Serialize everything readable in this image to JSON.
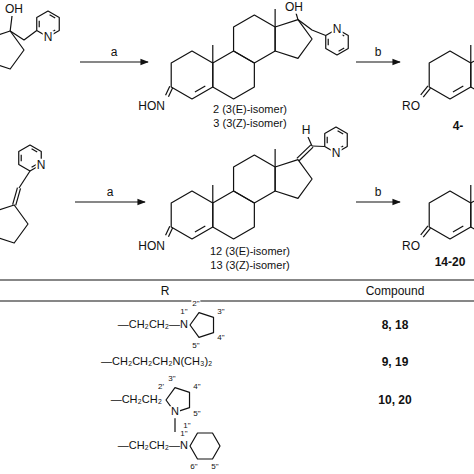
{
  "diagram": {
    "labels": [
      "OH",
      "N",
      "a",
      "OH",
      "N",
      "HON",
      "2 (3(E)-isomer)",
      "3 (3(Z)-isomer)",
      "b",
      "RO",
      "4-",
      "N",
      "a",
      "H",
      "N",
      "HON",
      "12 (3(E)-isomer)",
      "13 (3(Z)-isomer)",
      "b",
      "RO",
      "14-20",
      "R",
      "Compound",
      "—CH₂CH₂—N",
      "1\"",
      "2\"",
      "3\"",
      "4\"",
      "5\"",
      "8, 18",
      "—CH₂CH₂CH₂N(CH₃)₂",
      "9, 19",
      "—CH₂CH₂",
      "2'",
      "3\"",
      "4\"",
      "5\"",
      "N",
      "1\"",
      "10, 20",
      "—CH₂CH₂—N",
      "1\"",
      "6\"",
      "5\""
    ]
  }
}
